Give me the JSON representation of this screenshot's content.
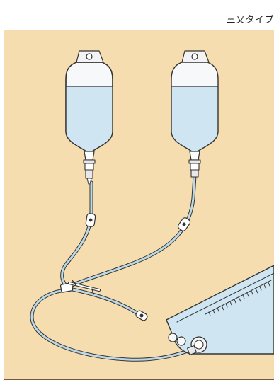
{
  "caption": "三又タイプ",
  "colors": {
    "panel_background": "#f5ddb0",
    "fluid": "#cfe6f2",
    "tube": "#9fc4d6",
    "outline": "#333333"
  },
  "illustration": {
    "iv_bags": [
      {
        "name": "iv-bag-left"
      },
      {
        "name": "iv-bag-right"
      }
    ],
    "tube_connector": "three-way",
    "collection_bag_scale_ticks": 16
  }
}
